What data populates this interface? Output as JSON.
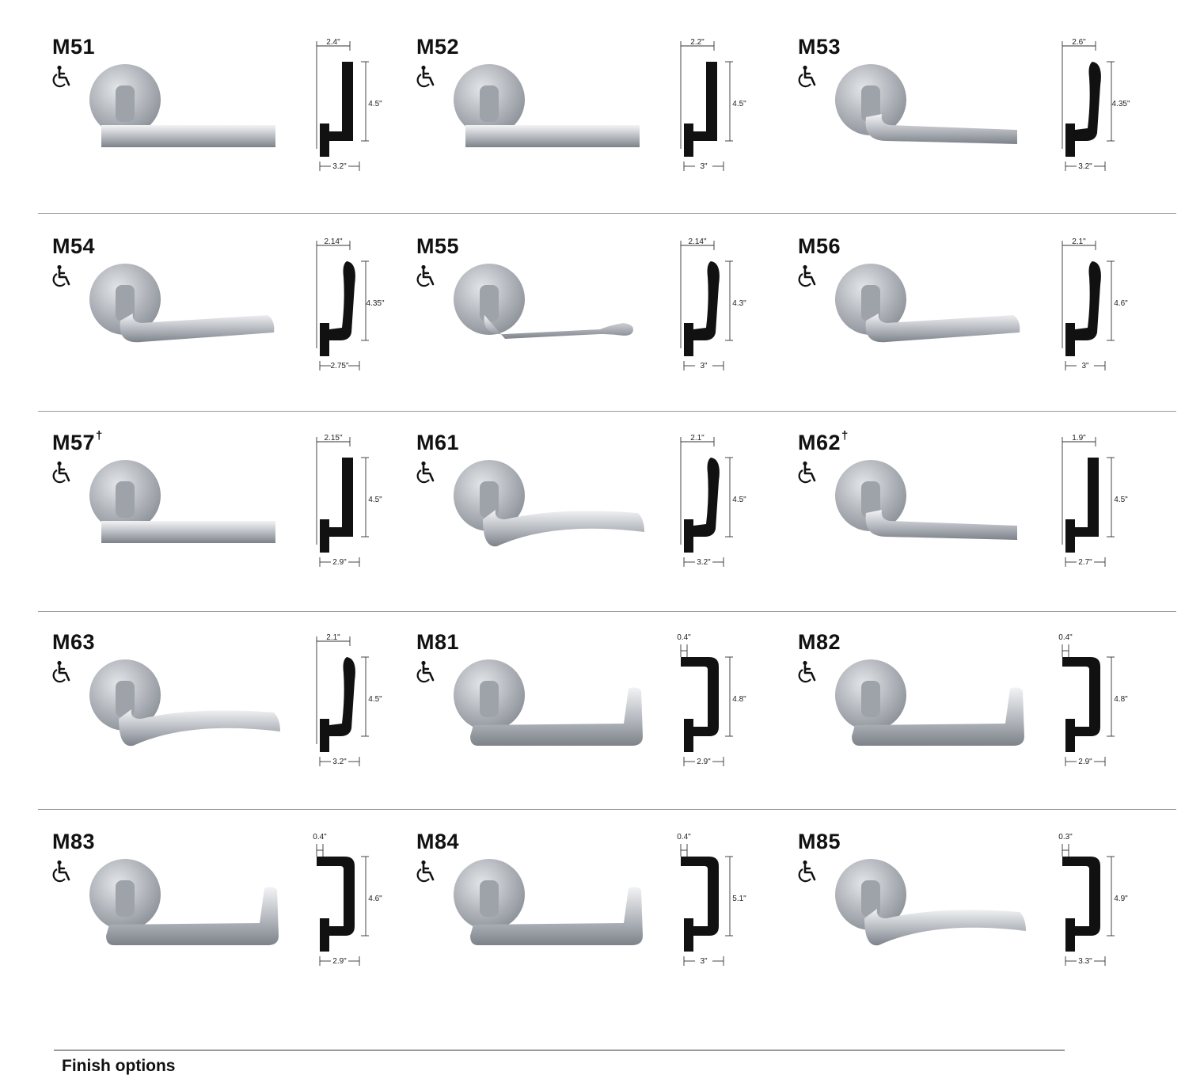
{
  "colors": {
    "divider": "#9a9a9a",
    "profile": "#111111",
    "metal_light": "#e4e6e9",
    "metal_dark": "#8b9098"
  },
  "models": [
    {
      "id": "M51",
      "dagger": "",
      "width": "2.4\"",
      "height": "4.5\"",
      "depth": "3.2\"",
      "shape": "straight",
      "lever": "straight"
    },
    {
      "id": "M52",
      "dagger": "",
      "width": "2.2\"",
      "height": "4.5\"",
      "depth": "3\"",
      "shape": "straight",
      "lever": "straight"
    },
    {
      "id": "M53",
      "dagger": "",
      "width": "2.6\"",
      "height": "4.35\"",
      "depth": "3.2\"",
      "shape": "curved",
      "lever": "return"
    },
    {
      "id": "M54",
      "dagger": "",
      "width": "2.14\"",
      "height": "4.35\"",
      "depth": "2.75\"",
      "shape": "curved",
      "lever": "wave"
    },
    {
      "id": "M55",
      "dagger": "",
      "width": "2.14\"",
      "height": "4.3\"",
      "depth": "3\"",
      "shape": "curved",
      "lever": "ornate"
    },
    {
      "id": "M56",
      "dagger": "",
      "width": "2.1\"",
      "height": "4.6\"",
      "depth": "3\"",
      "shape": "curved",
      "lever": "wave"
    },
    {
      "id": "M57",
      "dagger": "†",
      "width": "2.15\"",
      "height": "4.5\"",
      "depth": "2.9\"",
      "shape": "straight",
      "lever": "straight"
    },
    {
      "id": "M61",
      "dagger": "",
      "width": "2.1\"",
      "height": "4.5\"",
      "depth": "3.2\"",
      "shape": "curved",
      "lever": "curve"
    },
    {
      "id": "M62",
      "dagger": "†",
      "width": "1.9\"",
      "height": "4.5\"",
      "depth": "2.7\"",
      "shape": "straight",
      "lever": "return"
    },
    {
      "id": "M63",
      "dagger": "",
      "width": "2.1\"",
      "height": "4.5\"",
      "depth": "3.2\"",
      "shape": "curved",
      "lever": "curve"
    },
    {
      "id": "M81",
      "dagger": "",
      "width": "0.4\"",
      "height": "4.8\"",
      "depth": "2.9\"",
      "shape": "hook",
      "lever": "hook"
    },
    {
      "id": "M82",
      "dagger": "",
      "width": "0.4\"",
      "height": "4.8\"",
      "depth": "2.9\"",
      "shape": "hook",
      "lever": "hook"
    },
    {
      "id": "M83",
      "dagger": "",
      "width": "0.4\"",
      "height": "4.6\"",
      "depth": "2.9\"",
      "shape": "hook",
      "lever": "hook"
    },
    {
      "id": "M84",
      "dagger": "",
      "width": "0.4\"",
      "height": "5.1\"",
      "depth": "3\"",
      "shape": "hook",
      "lever": "hook"
    },
    {
      "id": "M85",
      "dagger": "",
      "width": "0.3\"",
      "height": "4.9\"",
      "depth": "3.3\"",
      "shape": "hook",
      "lever": "curve"
    }
  ],
  "finish_title": "Finish options"
}
